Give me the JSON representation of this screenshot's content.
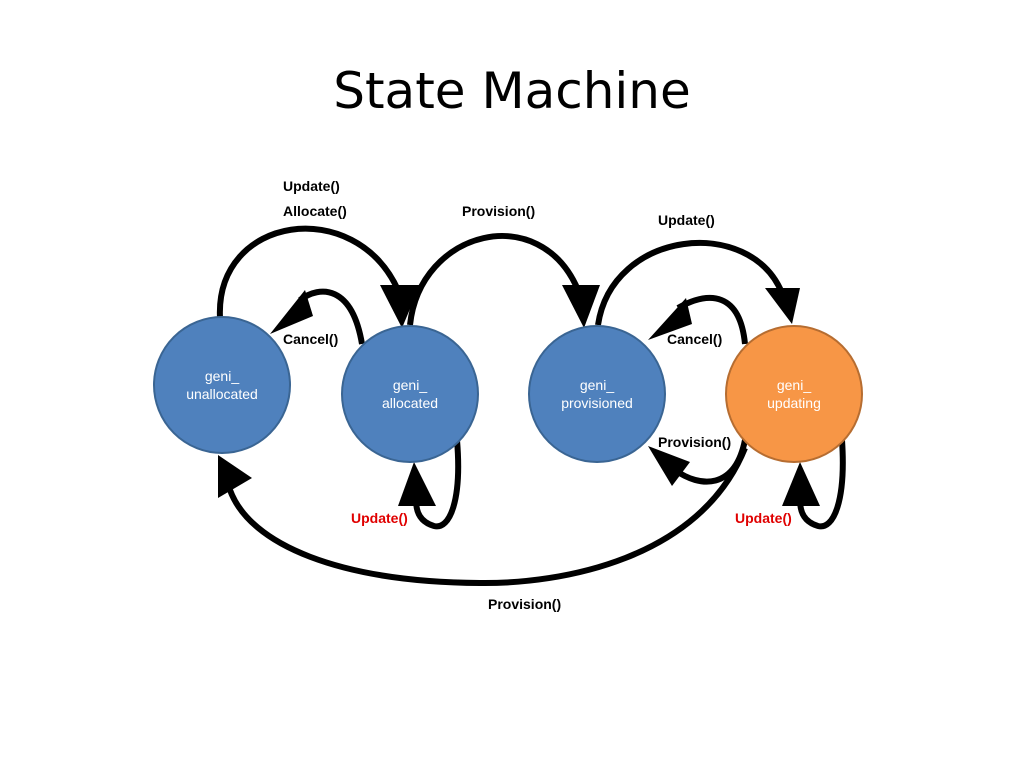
{
  "slide": {
    "title": "State Machine"
  },
  "colors": {
    "state_blue": "#4f81bd",
    "state_blue_border": "#3a6593",
    "state_orange": "#f79646",
    "state_orange_border": "#b66d31",
    "self_loop_label": "#e00000"
  },
  "states": [
    {
      "id": "unallocated",
      "line1": "geni_",
      "line2": "unallocated"
    },
    {
      "id": "allocated",
      "line1": "geni_",
      "line2": "allocated"
    },
    {
      "id": "provisioned",
      "line1": "geni_",
      "line2": "provisioned"
    },
    {
      "id": "updating",
      "line1": "geni_",
      "line2": "updating"
    }
  ],
  "transitions": {
    "unallocated_to_allocated_update": "Update()",
    "unallocated_to_allocated_allocate": "Allocate()",
    "allocated_to_unallocated_cancel": "Cancel()",
    "allocated_self_update": "Update()",
    "allocated_to_provisioned": "Provision()",
    "provisioned_to_updating": "Update()",
    "updating_to_provisioned_cancel": "Cancel()",
    "updating_to_provisioned_provision": "Provision()",
    "updating_self_update": "Update()",
    "updating_to_unallocated_provision": "Provision()"
  }
}
